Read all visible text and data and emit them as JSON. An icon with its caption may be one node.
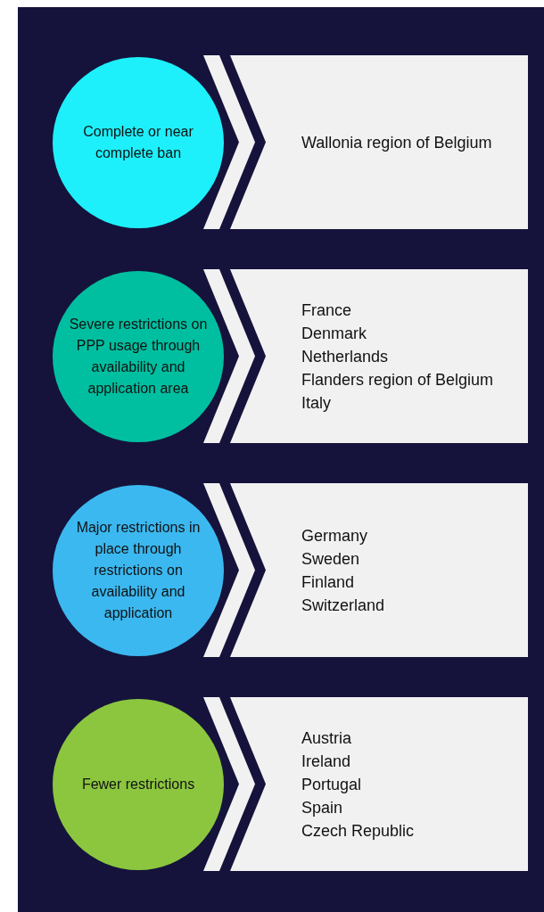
{
  "diagram": {
    "nodes": [
      {
        "text": [
          "Complete or near complete ban"
        ]
      },
      {
        "text": [
          "Wallonia region of Belgium"
        ]
      },
      {
        "text": [
          "Severe restrictions on PPP usage through availability and application area"
        ]
      },
      {
        "text": [
          "France",
          "Denmark",
          "Netherlands",
          "Flanders region of Belgium",
          "Italy"
        ]
      },
      {
        "text": [
          "Major restrictions in place through restrictions on availability and application"
        ]
      },
      {
        "text": [
          "Germany",
          "Sweden",
          "Finland",
          "Switzerland"
        ]
      },
      {
        "text": [
          "Fewer restrictions"
        ]
      },
      {
        "text": [
          "Austria",
          "Ireland",
          "Portugal",
          "Spain",
          "Czech Republic"
        ]
      }
    ],
    "edges": [
      {
        "from": 0,
        "to": 1,
        "arrow": "to"
      },
      {
        "from": 2,
        "to": 3,
        "arrow": "to"
      },
      {
        "from": 4,
        "to": 5,
        "arrow": "to"
      },
      {
        "from": 6,
        "to": 7,
        "arrow": "to"
      }
    ]
  }
}
